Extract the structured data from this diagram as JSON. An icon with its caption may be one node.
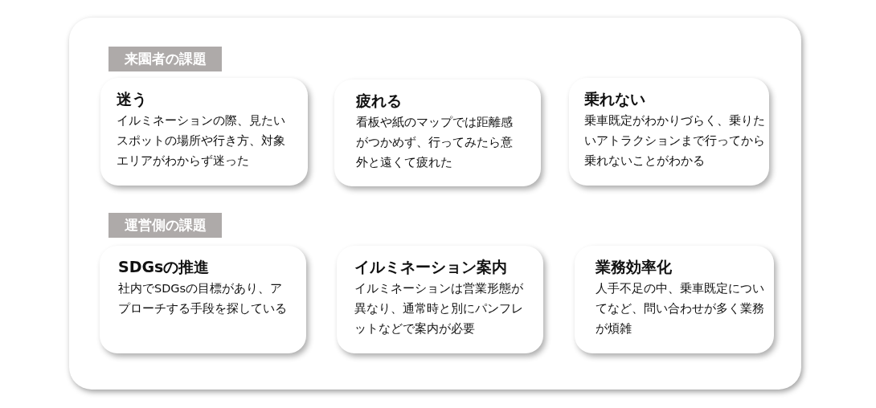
{
  "diagram": {
    "nodes": [
      {
        "text": [],
        "shape": "box"
      },
      {
        "text": [
          "来園者の課題"
        ],
        "in": 0
      },
      {
        "text": [
          "迷う",
          "イルミネーションの際、見たいスポットの場所や行き方、対象エリアがわからず迷った"
        ],
        "in": 0
      },
      {
        "text": [
          "疲れる",
          "看板や紙のマップでは距離感がつかめず、行ってみたら意外と遠くて疲れた"
        ],
        "in": 0
      },
      {
        "text": [
          "乗れない",
          "乗車既定がわかりづらく、乗りたいアトラクションまで行ってから乗れないことがわかる"
        ],
        "in": 0
      },
      {
        "text": [
          "運営側の課題"
        ],
        "in": 0
      },
      {
        "text": [
          "SDGsの推進",
          "社内でSDGsの目標があり、アプローチする手段を探している"
        ],
        "in": 0
      },
      {
        "text": [
          "イルミネーション案内",
          "イルミネーションは営業形態が異なり、通常時と別にパンフレットなどで案内が必要"
        ],
        "in": 0
      },
      {
        "text": [
          "業務効率化",
          "人手不足の中、乗車既定についてなど、問い合わせが多く業務が煩雑"
        ],
        "in": 0
      }
    ]
  }
}
